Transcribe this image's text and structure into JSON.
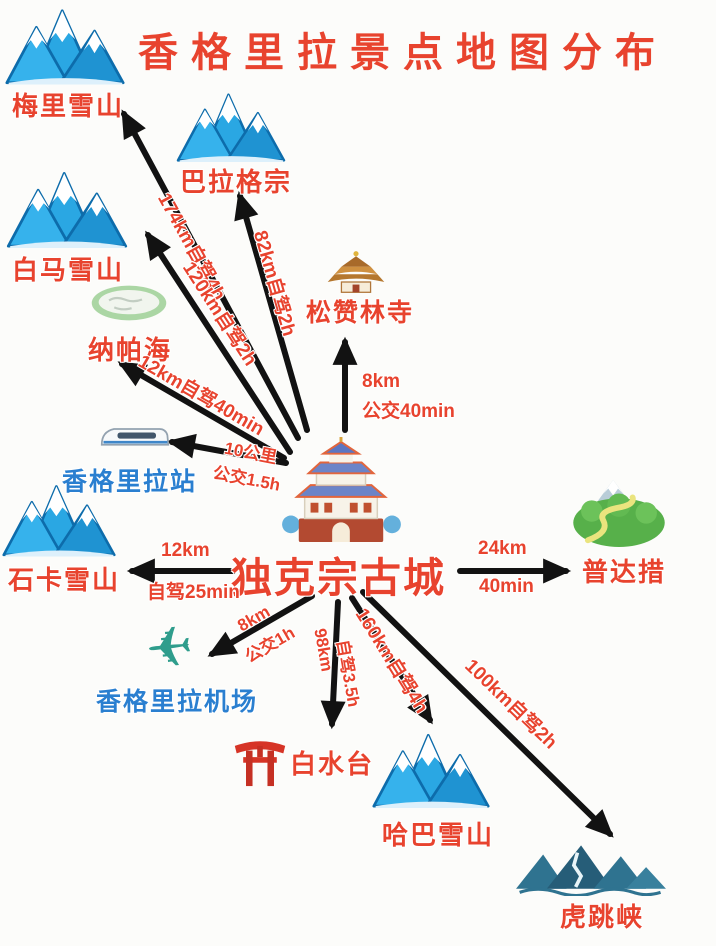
{
  "title": "香格里拉景点地图分布",
  "center": {
    "label": "独克宗古城"
  },
  "labels": {
    "meili": "梅里雪山",
    "balagezong": "巴拉格宗",
    "baima": "白马雪山",
    "napahai": "纳帕海",
    "songzanlin": "松赞林寺",
    "station": "香格里拉站",
    "shika": "石卡雪山",
    "pudacuo": "普达措",
    "airport": "香格里拉机场",
    "baishuitai": "白水台",
    "haba": "哈巴雪山",
    "hutiaoxia": "虎跳峡"
  },
  "routes": {
    "meili": {
      "text": "174km自驾4h"
    },
    "baima": {
      "text": "120km自驾2h"
    },
    "balagezong": {
      "text": "82km自驾2h"
    },
    "napahai": {
      "text": "12km自驾40min"
    },
    "station": {
      "line1": "10公里",
      "line2": "公交1.5h"
    },
    "songzanlin": {
      "line1": "8km",
      "line2": "公交40min"
    },
    "shika": {
      "line1": "12km",
      "line2": "自驾25min"
    },
    "pudacuo": {
      "line1": "24km",
      "line2": "40min"
    },
    "airport": {
      "line1": "8km",
      "line2": "公交1h"
    },
    "baishuitai": {
      "line1": "98km",
      "line2": "自驾3.5h"
    },
    "haba": {
      "text": "160km自驾4h"
    },
    "hutiaoxia": {
      "text": "100km自驾2h"
    }
  },
  "icons": {
    "meili": "snow-mountain-icon",
    "balagezong": "snow-mountain-icon",
    "baima": "snow-mountain-icon",
    "napahai": "lake-icon",
    "songzanlin": "temple-icon",
    "station": "train-icon",
    "shika": "snow-mountain-icon",
    "pudacuo": "green-park-icon",
    "airport": "airplane-icon",
    "baishuitai": "torii-gate-icon",
    "haba": "snow-mountain-icon",
    "hutiaoxia": "gorge-icon",
    "center": "ancient-tower-icon"
  },
  "colors": {
    "label_red": "#e8432e",
    "label_blue": "#2a7fd0",
    "arrow_black": "#121212",
    "mountain_blue": "#2aa7e3",
    "gorge_teal": "#2f7390",
    "park_green": "#57b04a",
    "torii_red": "#d63426",
    "airplane_teal": "#2f9d8c",
    "background": "#fcfcfa"
  }
}
